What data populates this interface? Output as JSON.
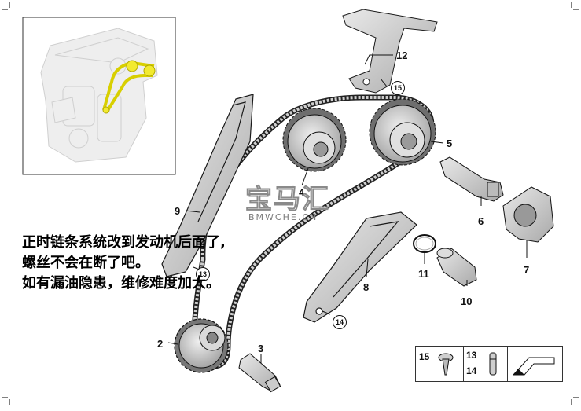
{
  "callouts": {
    "c2": "2",
    "c3": "3",
    "c4": "4",
    "c5": "5",
    "c6": "6",
    "c7": "7",
    "c8": "8",
    "c9": "9",
    "c10": "10",
    "c11": "11",
    "c12": "12"
  },
  "circled": {
    "n13": "13",
    "n14": "14",
    "n15": "15"
  },
  "caption": {
    "line1": "正时链条系统改到发动机后面了,",
    "line2": "螺丝不会在断了吧。",
    "line3": "如有漏油隐患，维修难度加大。"
  },
  "watermark": {
    "cn": "宝马汇",
    "en": "BMWCHE.CN"
  },
  "legend": {
    "a": "15",
    "b": "13",
    "c": "14"
  },
  "colors": {
    "highlight": "#e8e000",
    "part_grey": "#c8c8c8",
    "outline": "#1a1a1a"
  }
}
